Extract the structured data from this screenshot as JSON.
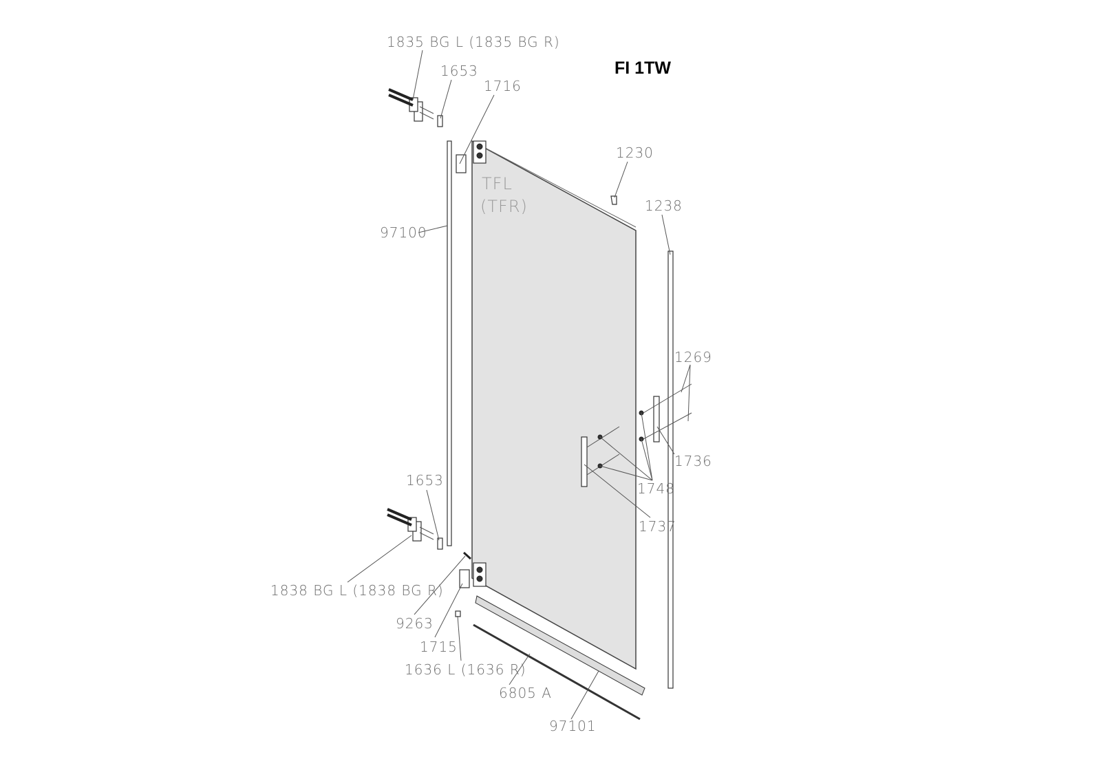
{
  "title": "FI 1TW",
  "panel": {
    "line1": "TFL",
    "line2": "(TFR)"
  },
  "labels": {
    "hinge_top": "1835 BG L (1835 BG R)",
    "cap_top": "1653",
    "cover_top": "1716",
    "clip": "1230",
    "wall_profile_right": "1238",
    "wall_profile_left": "97100",
    "screws": "1269",
    "handle_outer": "1736",
    "cap_bottom": "1653",
    "washers": "1748",
    "handle_inner": "1737",
    "hinge_bottom": "1838 BG L (1838 BG R)",
    "pin": "9263",
    "cover_bottom": "1715",
    "stopper": "1636 L (1636 R)",
    "seal_strip": "6805 A",
    "bottom_profile": "97101"
  }
}
